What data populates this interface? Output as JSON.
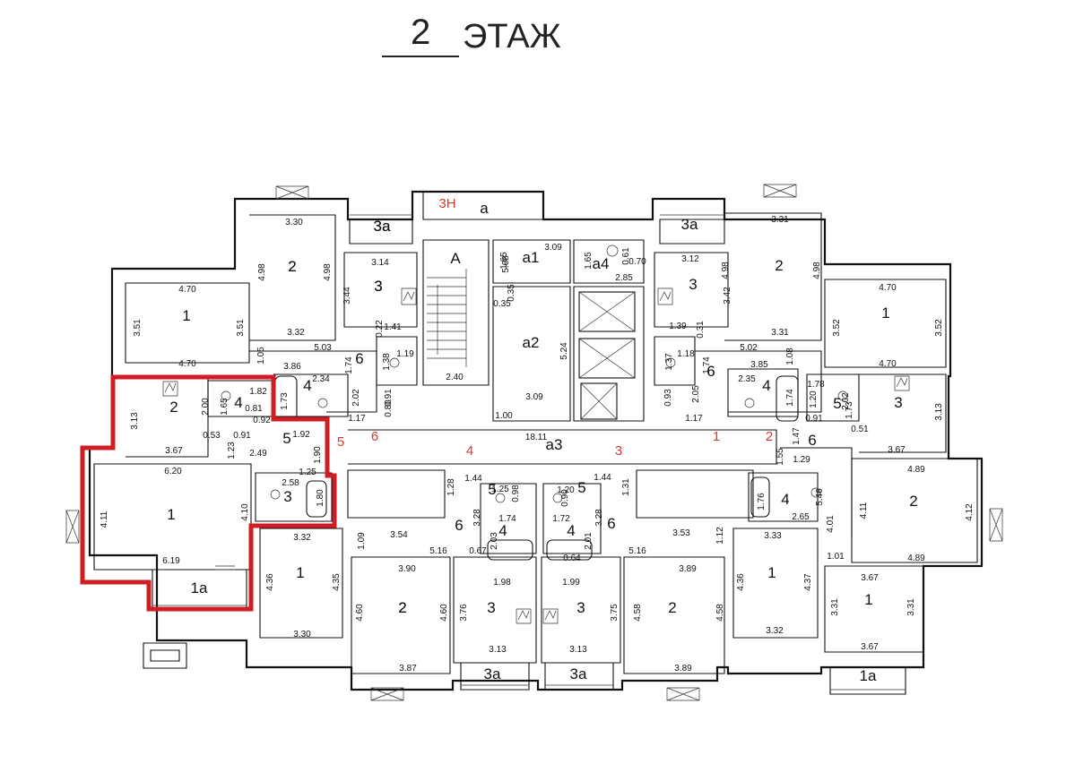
{
  "header": {
    "floor_number": "2",
    "floor_word": "ЭТАЖ"
  },
  "colors": {
    "highlight": "#d01c24",
    "apartment_index": "#d83a2a",
    "wall": "#111111"
  },
  "highlight": {
    "label": "selected-apartment-outline"
  },
  "rooms": [
    {
      "text": "1"
    },
    {
      "text": "1а"
    },
    {
      "text": "2"
    },
    {
      "text": "3"
    },
    {
      "text": "4"
    },
    {
      "text": "5"
    },
    {
      "text": "2"
    },
    {
      "text": "1"
    },
    {
      "text": "3"
    },
    {
      "text": "3а"
    },
    {
      "text": "2"
    },
    {
      "text": "4"
    },
    {
      "text": "6"
    },
    {
      "text": "1"
    },
    {
      "text": "2"
    },
    {
      "text": "3"
    },
    {
      "text": "4"
    },
    {
      "text": "3а"
    },
    {
      "text": "6"
    },
    {
      "text": "A"
    },
    {
      "text": "а"
    },
    {
      "text": "а1"
    },
    {
      "text": "а2"
    },
    {
      "text": "а3"
    },
    {
      "text": "а4"
    },
    {
      "text": "3"
    },
    {
      "text": "4"
    },
    {
      "text": "6"
    },
    {
      "text": "3а"
    },
    {
      "text": "2"
    },
    {
      "text": "1"
    },
    {
      "text": "3"
    },
    {
      "text": "2"
    },
    {
      "text": "3а"
    },
    {
      "text": "4"
    },
    {
      "text": "6"
    },
    {
      "text": "1"
    },
    {
      "text": "2"
    },
    {
      "text": "3"
    },
    {
      "text": "4"
    },
    {
      "text": "5"
    },
    {
      "text": "1"
    },
    {
      "text": "1а"
    },
    {
      "text": "6"
    },
    {
      "text": "2"
    },
    {
      "text": "3"
    },
    {
      "text": "3а"
    },
    {
      "text": "5"
    },
    {
      "text": "5"
    }
  ],
  "apartment_indices": [
    {
      "text": "3Н"
    },
    {
      "text": "5"
    },
    {
      "text": "6"
    },
    {
      "text": "4"
    },
    {
      "text": "3"
    },
    {
      "text": "1"
    },
    {
      "text": "2"
    }
  ],
  "dimensions": [
    {
      "text": "3.30"
    },
    {
      "text": "4.98"
    },
    {
      "text": "4.98"
    },
    {
      "text": "3.32"
    },
    {
      "text": "4.70"
    },
    {
      "text": "3.51"
    },
    {
      "text": "3.51"
    },
    {
      "text": "4.70"
    },
    {
      "text": "3.14"
    },
    {
      "text": "3.44"
    },
    {
      "text": "1.05"
    },
    {
      "text": "5.03"
    },
    {
      "text": "3.86"
    },
    {
      "text": "0.22"
    },
    {
      "text": "1.41"
    },
    {
      "text": "1.38"
    },
    {
      "text": "1.19"
    },
    {
      "text": "2.34"
    },
    {
      "text": "1.74"
    },
    {
      "text": "1.73"
    },
    {
      "text": "2.02"
    },
    {
      "text": "0.91"
    },
    {
      "text": "0.80"
    },
    {
      "text": "1.17"
    },
    {
      "text": "3.13"
    },
    {
      "text": "2.00"
    },
    {
      "text": "1.82"
    },
    {
      "text": "1.65"
    },
    {
      "text": "0.81"
    },
    {
      "text": "0.92"
    },
    {
      "text": "3.67"
    },
    {
      "text": "0.53"
    },
    {
      "text": "0.91"
    },
    {
      "text": "1.92"
    },
    {
      "text": "1.23"
    },
    {
      "text": "2.49"
    },
    {
      "text": "1.90"
    },
    {
      "text": "6.20"
    },
    {
      "text": "1.25"
    },
    {
      "text": "2.58"
    },
    {
      "text": "1.80"
    },
    {
      "text": "4.11"
    },
    {
      "text": "4.10"
    },
    {
      "text": "6.19"
    },
    {
      "text": "3.32"
    },
    {
      "text": "4.36"
    },
    {
      "text": "4.35"
    },
    {
      "text": "3.30"
    },
    {
      "text": "1.09"
    },
    {
      "text": "3.54"
    },
    {
      "text": "5.16"
    },
    {
      "text": "3.90"
    },
    {
      "text": "4.60"
    },
    {
      "text": "4.60"
    },
    {
      "text": "3.87"
    },
    {
      "text": "1.28"
    },
    {
      "text": "1.44"
    },
    {
      "text": "1.25"
    },
    {
      "text": "0.98"
    },
    {
      "text": "3.28"
    },
    {
      "text": "1.74"
    },
    {
      "text": "0.67"
    },
    {
      "text": "2.03"
    },
    {
      "text": "1.98"
    },
    {
      "text": "3.76"
    },
    {
      "text": "3.13"
    },
    {
      "text": "5.68"
    },
    {
      "text": "1.65"
    },
    {
      "text": "3.09"
    },
    {
      "text": "1.65"
    },
    {
      "text": "0.61"
    },
    {
      "text": "0.70"
    },
    {
      "text": "2.85"
    },
    {
      "text": "0.35"
    },
    {
      "text": "0.35"
    },
    {
      "text": "5.24"
    },
    {
      "text": "2.40"
    },
    {
      "text": "3.09"
    },
    {
      "text": "1.00"
    },
    {
      "text": "18.11"
    },
    {
      "text": "1.20"
    },
    {
      "text": "0.90"
    },
    {
      "text": "1.72"
    },
    {
      "text": "3.28"
    },
    {
      "text": "2.01"
    },
    {
      "text": "0.64"
    },
    {
      "text": "1.99"
    },
    {
      "text": "3.75"
    },
    {
      "text": "3.13"
    },
    {
      "text": "1.44"
    },
    {
      "text": "1.31"
    },
    {
      "text": "5.16"
    },
    {
      "text": "3.89"
    },
    {
      "text": "4.58"
    },
    {
      "text": "4.58"
    },
    {
      "text": "3.89"
    },
    {
      "text": "3.53"
    },
    {
      "text": "1.12"
    },
    {
      "text": "3.33"
    },
    {
      "text": "4.36"
    },
    {
      "text": "4.37"
    },
    {
      "text": "3.32"
    },
    {
      "text": "3.31"
    },
    {
      "text": "4.98"
    },
    {
      "text": "4.98"
    },
    {
      "text": "3.31"
    },
    {
      "text": "3.12"
    },
    {
      "text": "3.42"
    },
    {
      "text": "1.39"
    },
    {
      "text": "0.31"
    },
    {
      "text": "1.37"
    },
    {
      "text": "1.18"
    },
    {
      "text": "1.74"
    },
    {
      "text": "2.05"
    },
    {
      "text": "0.93"
    },
    {
      "text": "1.17"
    },
    {
      "text": "5.02"
    },
    {
      "text": "3.85"
    },
    {
      "text": "2.35"
    },
    {
      "text": "1.74"
    },
    {
      "text": "4.70"
    },
    {
      "text": "3.52"
    },
    {
      "text": "3.52"
    },
    {
      "text": "4.70"
    },
    {
      "text": "1.08"
    },
    {
      "text": "1.78"
    },
    {
      "text": "1.20"
    },
    {
      "text": "2.02"
    },
    {
      "text": "1.73"
    },
    {
      "text": "0.51"
    },
    {
      "text": "0.91"
    },
    {
      "text": "3.13"
    },
    {
      "text": "3.67"
    },
    {
      "text": "1.47"
    },
    {
      "text": "1.55"
    },
    {
      "text": "1.29"
    },
    {
      "text": "1.76"
    },
    {
      "text": "2.65"
    },
    {
      "text": "5.46"
    },
    {
      "text": "4.01"
    },
    {
      "text": "4.89"
    },
    {
      "text": "4.11"
    },
    {
      "text": "4.12"
    },
    {
      "text": "4.89"
    },
    {
      "text": "1.01"
    },
    {
      "text": "3.67"
    },
    {
      "text": "3.31"
    },
    {
      "text": "3.31"
    },
    {
      "text": "3.67"
    }
  ]
}
